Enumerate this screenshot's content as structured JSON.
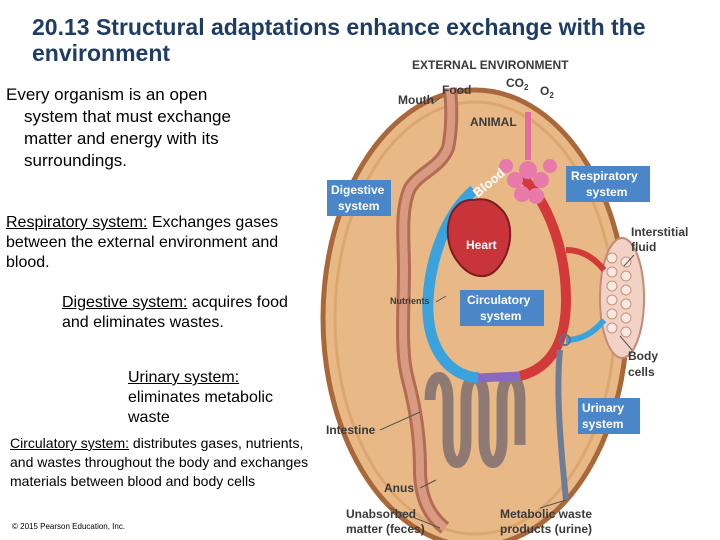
{
  "title": "20.13 Structural adaptations enhance exchange with the environment",
  "intro": {
    "line1": "Every organism is an open",
    "line2": "system that must exchange",
    "line3": "matter and energy with its",
    "line4": "surroundings."
  },
  "respiratory": {
    "term": "Respiratory system:",
    "text": " Exchanges gases between the external environment and blood."
  },
  "digestive": {
    "term": "Digestive system:",
    "text": " acquires food and eliminates wastes."
  },
  "urinary": {
    "term": "Urinary system:",
    "text": " eliminates metabolic waste"
  },
  "circulatory": {
    "term": "Circulatory system:",
    "text": " distributes gases, nutrients, and wastes throughout the body and exchanges materials between blood and body cells"
  },
  "copyright": "© 2015 Pearson Education, Inc.",
  "diagram": {
    "external": "EXTERNAL ENVIRONMENT",
    "food": "Food",
    "co2": "CO",
    "co2_sub": "2",
    "o2": "O",
    "o2_sub": "2",
    "mouth": "Mouth",
    "animal": "ANIMAL",
    "blood": "Blood",
    "digestive_1": "Digestive",
    "digestive_2": "system",
    "respiratory_1": "Respiratory",
    "respiratory_2": "system",
    "interstitial_1": "Interstitial",
    "interstitial_2": "fluid",
    "heart": "Heart",
    "nutrients": "Nutrients",
    "circ_1": "Circulatory",
    "circ_2": "system",
    "body_1": "Body",
    "body_2": "cells",
    "urinary_1": "Urinary",
    "urinary_2": "system",
    "intestine": "Intestine",
    "anus": "Anus",
    "unabsorbed_1": "Unabsorbed",
    "unabsorbed_2": "matter (feces)",
    "metabolic_1": "Metabolic waste",
    "metabolic_2": "products (urine)"
  },
  "colors": {
    "title": "#1f3d63",
    "body_fill": "#e8b986",
    "body_edge": "#a9683a",
    "label_box": "#4a86c8",
    "artery": "#d23a3a",
    "vein": "#3aa2dc",
    "gut": "#b98a72"
  }
}
